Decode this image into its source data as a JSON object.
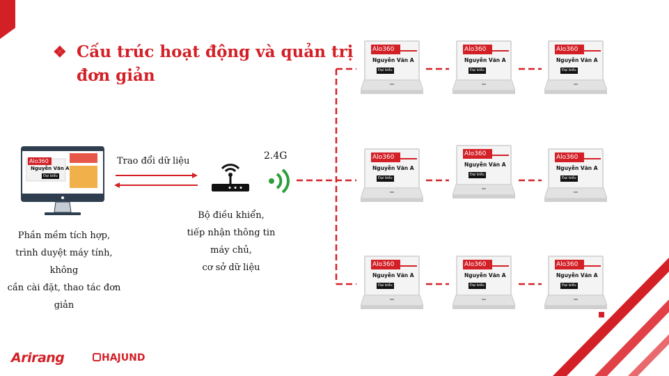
{
  "title": {
    "bullet_icon": "diamond-bullet-icon",
    "line1": "Cấu trúc hoạt động và quản trị",
    "line2": "đơn giản"
  },
  "computer": {
    "brand": "Alo360",
    "name": "Nguyễn Văn A",
    "role": "Đại biểu",
    "caption": [
      "Phần mềm tích hợp,",
      "trình duyệt máy tính, không",
      "cần cài đặt, thao tác đơn giản"
    ]
  },
  "exchange_label": "Trao đổi dữ liệu",
  "router": {
    "frequency": "2.4G",
    "caption": [
      "Bộ điều khiển,",
      "tiếp nhận thông tin",
      "máy chủ,",
      "cơ sở dữ liệu"
    ]
  },
  "tags": [
    {
      "brand": "Alo360",
      "name": "Nguyễn Văn A",
      "role": "Đại biểu"
    },
    {
      "brand": "Alo360",
      "name": "Nguyễn Văn A",
      "role": "Đại biểu"
    },
    {
      "brand": "Alo360",
      "name": "Nguyễn Văn A",
      "role": "Đại biểu"
    },
    {
      "brand": "Alo360",
      "name": "Nguyễn Văn A",
      "role": "Đại biểu"
    },
    {
      "brand": "Alo360",
      "name": "Nguyễn Văn A",
      "role": "Đại biểu"
    },
    {
      "brand": "Alo360",
      "name": "Nguyễn Văn A",
      "role": "Đại biểu"
    },
    {
      "brand": "Alo360",
      "name": "Nguyễn Văn A",
      "role": "Đại biểu"
    },
    {
      "brand": "Alo360",
      "name": "Nguyễn Văn A",
      "role": "Đại biểu"
    },
    {
      "brand": "Alo360",
      "name": "Nguyễn Văn A",
      "role": "Đại biểu"
    }
  ],
  "logos": {
    "arirang": "Arirang",
    "hajund": "HAJUND"
  },
  "colors": {
    "accent": "#d32027",
    "dark": "#111111"
  }
}
